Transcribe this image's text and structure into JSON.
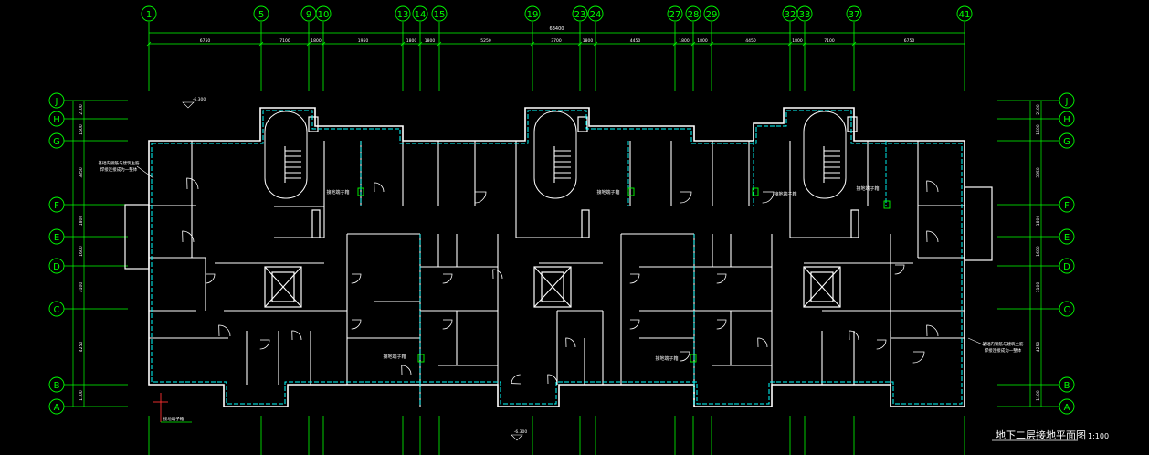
{
  "drawing": {
    "title": "地下二层接地平面图",
    "scale": "1:100",
    "colors": {
      "background": "#000000",
      "axis": "#00ff00",
      "wall": "#ffffff",
      "ground": "#00ffff",
      "label": "#ffffff",
      "dim": "#00ff00"
    }
  },
  "axes": {
    "vertical": [
      "1",
      "5",
      "9",
      "10",
      "13",
      "14",
      "15",
      "19",
      "23",
      "24",
      "27",
      "28",
      "29",
      "32",
      "33",
      "37",
      "41"
    ],
    "horizontal": [
      "J",
      "H",
      "G",
      "F",
      "E",
      "D",
      "C",
      "B",
      "A"
    ]
  },
  "dimensions": {
    "overall_top": "63400",
    "top_segments": [
      "6750",
      "7100",
      "1800",
      "1950",
      "1800",
      "1800",
      "5250",
      "3700",
      "1800",
      "4450",
      "1800",
      "1800",
      "4450",
      "1800",
      "7100",
      "6750"
    ],
    "side_segments": [
      "2100",
      "1500",
      "3850",
      "1800",
      "1600",
      "3100",
      "4250",
      "1100"
    ]
  },
  "labels": {
    "ground_connect": [
      "接地端子箱",
      "接地端子箱",
      "接地端子箱",
      "接地端子箱",
      "接地端子箱",
      "接地端子箱"
    ],
    "notes_left": [
      "基础内钢筋与建筑主筋",
      "焊接连接成为一整体"
    ],
    "notes_right": [
      "基础内钢筋与建筑主筋",
      "焊接连接成为一整体"
    ],
    "elev_top": "-6.300",
    "elev_bottom": "-6.300",
    "bottom_label": "接地端子箱"
  }
}
